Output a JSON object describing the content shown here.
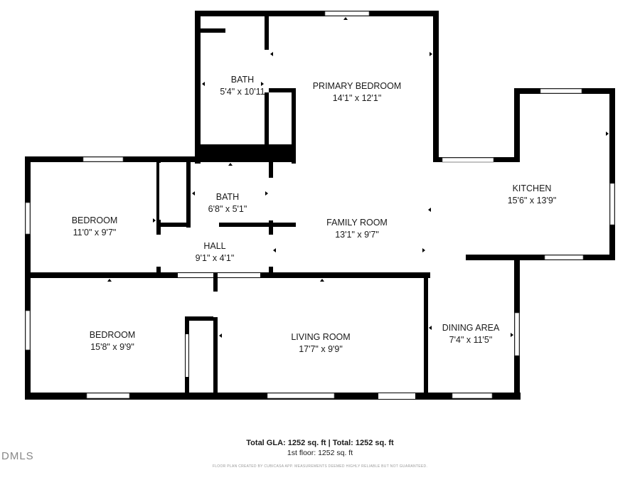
{
  "rooms": {
    "bath_primary": {
      "name": "BATH",
      "dims": "5'4\" x 10'11"
    },
    "primary_bedroom": {
      "name": "PRIMARY BEDROOM",
      "dims": "14'1\" x 12'1\""
    },
    "kitchen": {
      "name": "KITCHEN",
      "dims": "15'6\" x 13'9\""
    },
    "bedroom_1": {
      "name": "BEDROOM",
      "dims": "11'0\" x 9'7\""
    },
    "bath_hall": {
      "name": "BATH",
      "dims": "6'8\" x 5'1\""
    },
    "family_room": {
      "name": "FAMILY ROOM",
      "dims": "13'1\" x 9'7\""
    },
    "hall": {
      "name": "HALL",
      "dims": "9'1\" x 4'1\""
    },
    "bedroom_2": {
      "name": "BEDROOM",
      "dims": "15'8\" x 9'9\""
    },
    "living_room": {
      "name": "LIVING ROOM",
      "dims": "17'7\" x 9'9\""
    },
    "dining_area": {
      "name": "DINING AREA",
      "dims": "7'4\" x 11'5\""
    }
  },
  "footer": {
    "total_line": "Total GLA: 1252 sq. ft | Total: 1252 sq. ft",
    "floor_line": "1st floor: 1252 sq. ft",
    "disclaimer": "FLOOR PLAN CREATED BY CUBICASA APP. MEASUREMENTS DEEMED HIGHLY RELIABLE BUT NOT GUARANTEED."
  },
  "watermark": "DMLS",
  "colors": {
    "wall": "#000000",
    "window": "#ffffff",
    "text": "#1a1a1a"
  }
}
